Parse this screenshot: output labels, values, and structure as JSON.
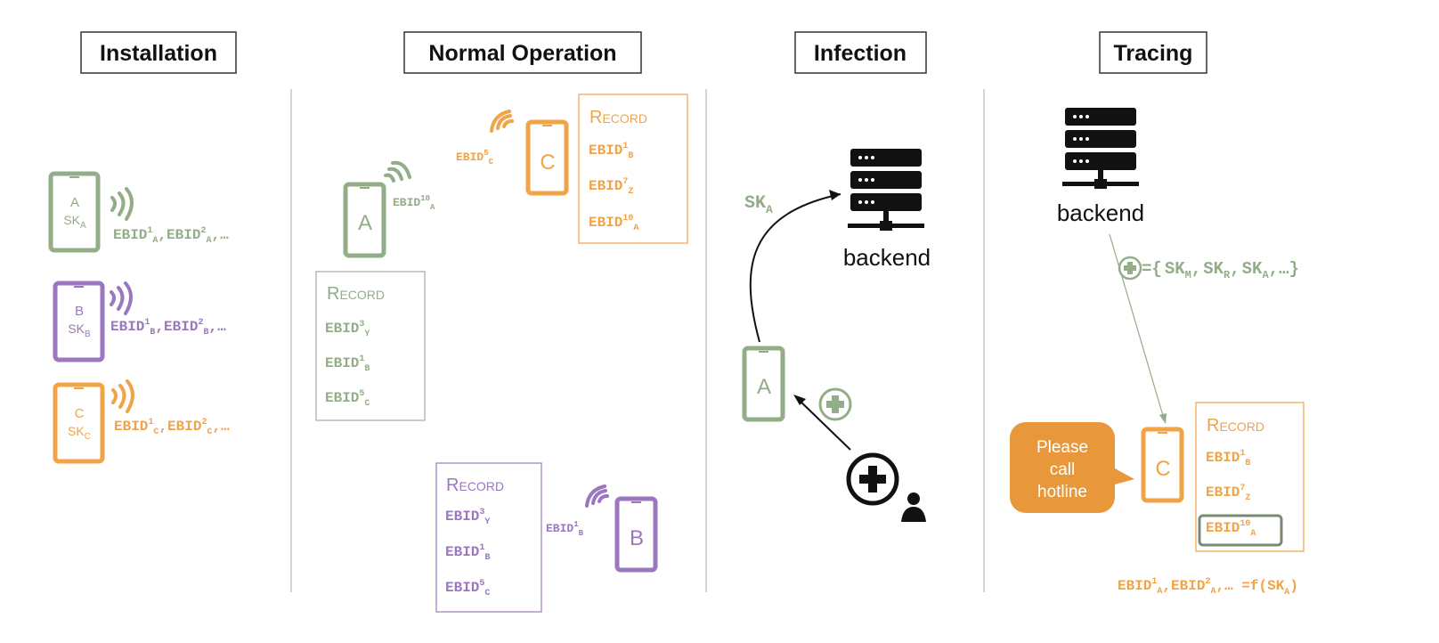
{
  "colors": {
    "green": "#93ad88",
    "purple": "#9b77bf",
    "orange": "#f1a348",
    "orange_dark": "#e8973a",
    "divider": "#c8c8c8",
    "black": "#111111",
    "highlight_border": "#7a8a72"
  },
  "sections": [
    {
      "title": "Installation"
    },
    {
      "title": "Normal Operation"
    },
    {
      "title": "Infection"
    },
    {
      "title": "Tracing"
    }
  ],
  "installation": {
    "devices": [
      {
        "letter": "A",
        "sk_base": "SK",
        "sk_sub": "A",
        "ebids": [
          {
            "base": "EBID",
            "sup": "1",
            "sub": "A"
          },
          {
            "base": "EBID",
            "sup": "2",
            "sub": "A"
          }
        ],
        "ellipsis": ",…",
        "color_key": "green"
      },
      {
        "letter": "B",
        "sk_base": "SK",
        "sk_sub": "B",
        "ebids": [
          {
            "base": "EBID",
            "sup": "1",
            "sub": "B"
          },
          {
            "base": "EBID",
            "sup": "2",
            "sub": "B"
          }
        ],
        "ellipsis": ",…",
        "color_key": "purple"
      },
      {
        "letter": "C",
        "sk_base": "SK",
        "sk_sub": "C",
        "ebids": [
          {
            "base": "EBID",
            "sup": "1",
            "sub": "C"
          },
          {
            "base": "EBID",
            "sup": "2",
            "sub": "C"
          }
        ],
        "ellipsis": ",…",
        "color_key": "orange"
      }
    ]
  },
  "normal_operation": {
    "record_title": "Record",
    "phone_a": {
      "letter": "A",
      "broadcast": {
        "base": "EBID",
        "sup": "10",
        "sub": "A"
      },
      "record": [
        {
          "base": "EBID",
          "sup": "3",
          "sub": "Y"
        },
        {
          "base": "EBID",
          "sup": "1",
          "sub": "B"
        },
        {
          "base": "EBID",
          "sup": "5",
          "sub": "C"
        }
      ]
    },
    "phone_c": {
      "letter": "C",
      "broadcast": {
        "base": "EBID",
        "sup": "5",
        "sub": "C"
      },
      "record": [
        {
          "base": "EBID",
          "sup": "1",
          "sub": "B"
        },
        {
          "base": "EBID",
          "sup": "7",
          "sub": "Z"
        },
        {
          "base": "EBID",
          "sup": "10",
          "sub": "A"
        }
      ]
    },
    "phone_b": {
      "letter": "B",
      "broadcast": {
        "base": "EBID",
        "sup": "1",
        "sub": "B"
      },
      "record": [
        {
          "base": "EBID",
          "sup": "3",
          "sub": "Y"
        },
        {
          "base": "EBID",
          "sup": "1",
          "sub": "B"
        },
        {
          "base": "EBID",
          "sup": "5",
          "sub": "C"
        }
      ]
    }
  },
  "infection": {
    "backend_label": "backend",
    "phone_letter": "A",
    "upload": {
      "base": "SK",
      "sub": "A"
    }
  },
  "tracing": {
    "backend_label": "backend",
    "set_prefix": "={",
    "set_items": [
      {
        "base": "SK",
        "sub": "M"
      },
      {
        "base": "SK",
        "sub": "R"
      },
      {
        "base": "SK",
        "sub": "A"
      }
    ],
    "set_suffix": ",…}",
    "phone_letter": "C",
    "bubble_lines": [
      "Please",
      "call",
      "hotline"
    ],
    "record_title": "Record",
    "record": [
      {
        "base": "EBID",
        "sup": "1",
        "sub": "B"
      },
      {
        "base": "EBID",
        "sup": "7",
        "sub": "Z"
      },
      {
        "base": "EBID",
        "sup": "10",
        "sub": "A"
      }
    ],
    "formula": {
      "items": [
        {
          "base": "EBID",
          "sup": "1",
          "sub": "A"
        },
        {
          "base": "EBID",
          "sup": "2",
          "sub": "A"
        }
      ],
      "tail": ",… =f(",
      "sk": {
        "base": "SK",
        "sub": "A"
      },
      "close": ")"
    }
  }
}
